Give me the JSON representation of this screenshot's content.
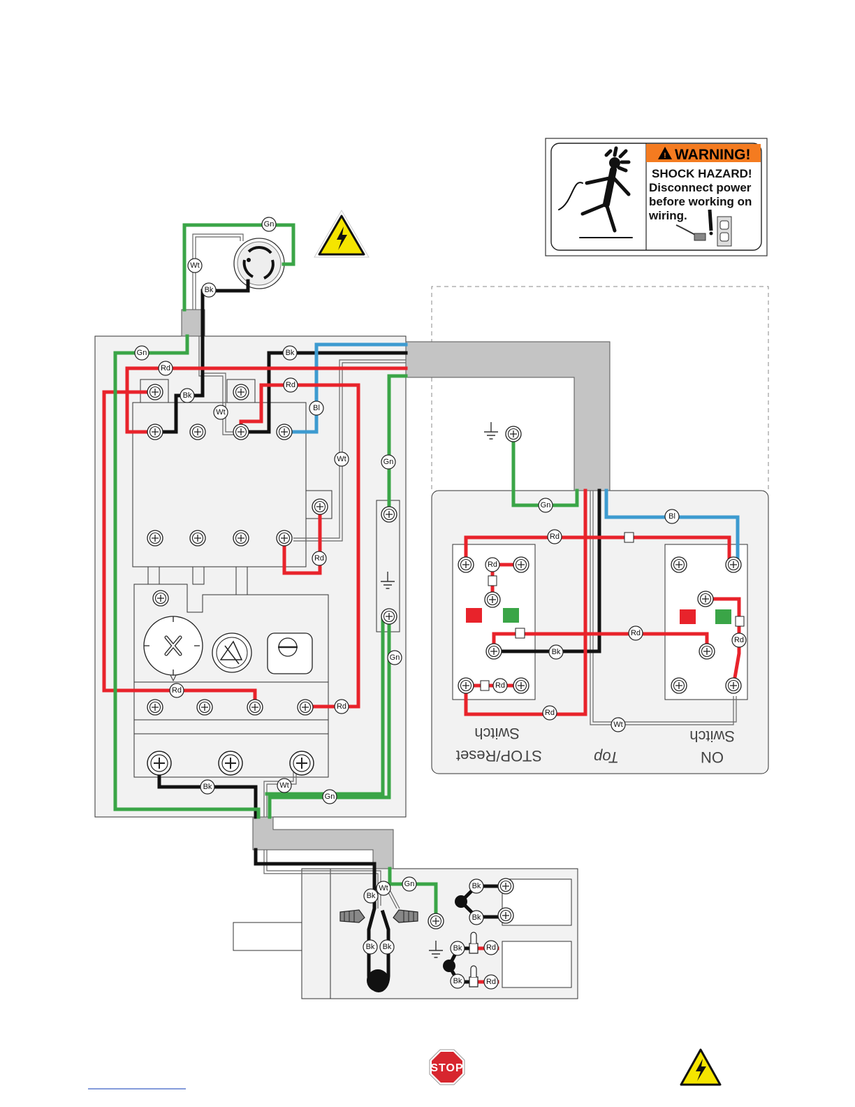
{
  "warning_label": {
    "heading": "WARNING!",
    "line1": "SHOCK HAZARD!",
    "line2": "Disconnect power",
    "line3": "before working on",
    "line4": "wiring."
  },
  "switch_labels": {
    "stop_reset": "STOP/Reset",
    "stop_reset_switch": "Switch",
    "top": "Top",
    "on": "ON",
    "on_switch": "Switch"
  },
  "stop_sign_text": "STOP",
  "wire_codes": {
    "green": "Gn",
    "red": "Rd",
    "black": "Bk",
    "white": "Wt",
    "blue": "Bl"
  },
  "colors": {
    "green": "#3aa547",
    "red": "#e8232b",
    "black": "#111111",
    "blue": "#3d9bd0",
    "warning_orange": "#f47b20",
    "hazard_yellow": "#f5e500",
    "stop_red": "#d7262e"
  },
  "icons": [
    "shock-hazard-triangle-icon",
    "receptacle-plug-icon",
    "ground-symbol-icon",
    "stop-sign-icon",
    "electrocution-figure-icon"
  ]
}
